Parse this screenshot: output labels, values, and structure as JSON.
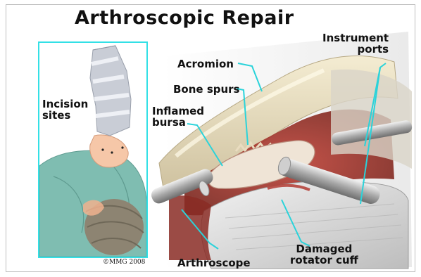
{
  "title": "Arthroscopic Repair",
  "labels": {
    "incision": [
      "Incision",
      "sites"
    ],
    "acromion": "Acromion",
    "bone_spurs": "Bone spurs",
    "inflamed_bursa": [
      "Inflamed",
      "bursa"
    ],
    "instrument_ports": [
      "Instrument",
      "ports"
    ],
    "arthroscope": "Arthroscope",
    "damaged_cuff": [
      "Damaged",
      "rotator cuff"
    ]
  },
  "copyright": "©MMG 2008",
  "colors": {
    "leader": "#2ad3da",
    "inset_border": "#33e0e6",
    "gown": "#7fbdb1",
    "skin": "#f6c7a8",
    "bone": "#e6dcc0",
    "tissue": "#b8463a",
    "tendon": "#e2e2e2"
  }
}
